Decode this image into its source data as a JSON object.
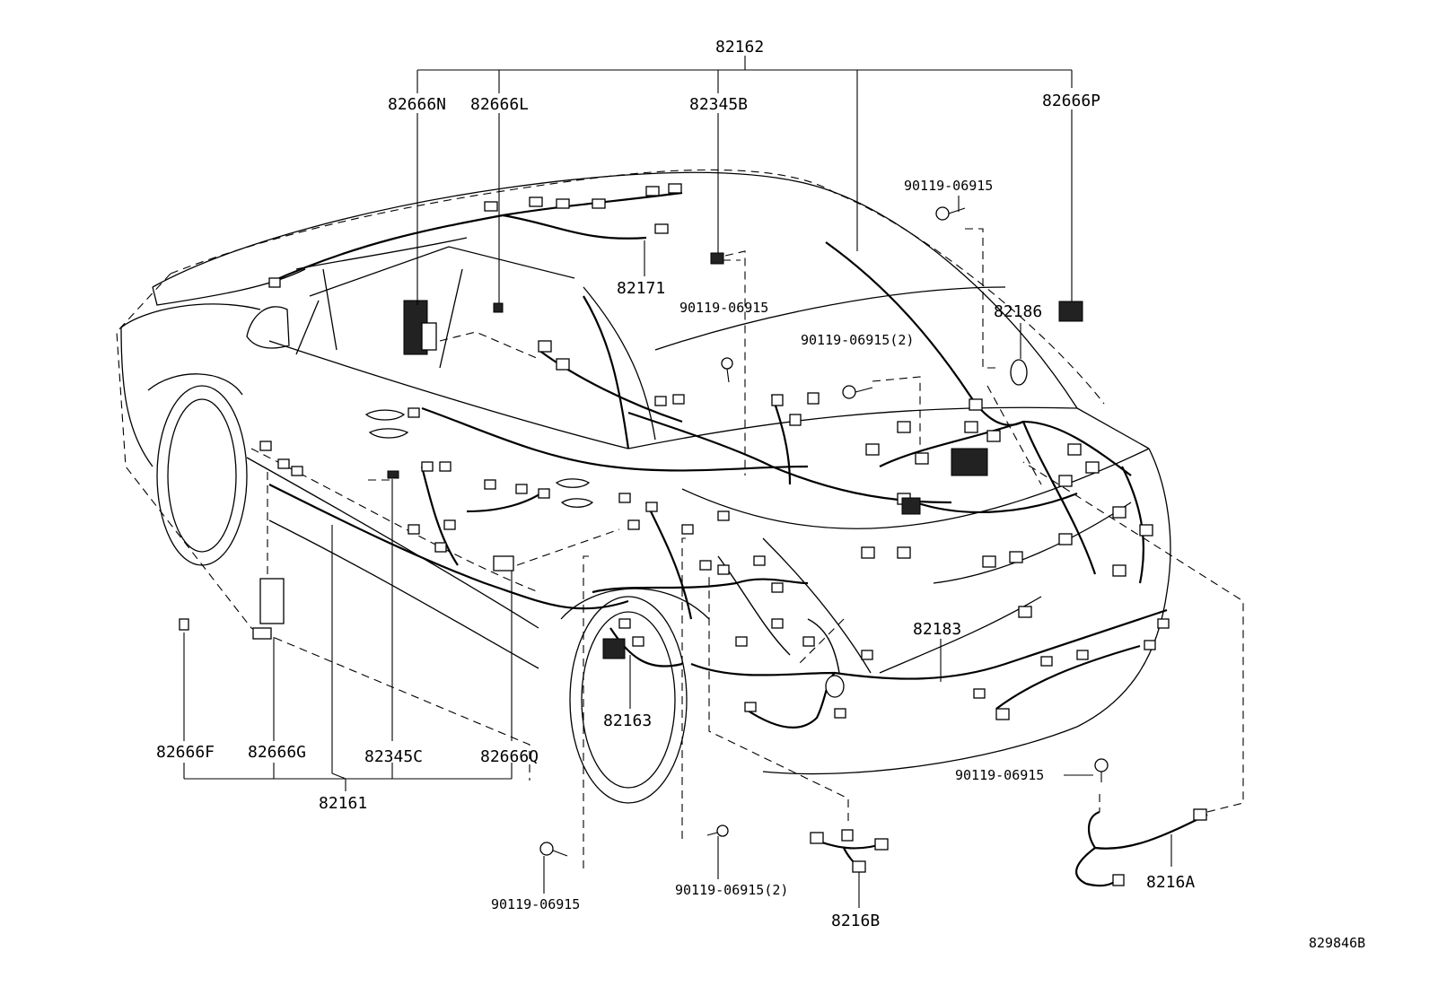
{
  "labels": {
    "p82162": "82162",
    "p82666N": "82666N",
    "p82666L": "82666L",
    "p82345B": "82345B",
    "p82666P": "82666P",
    "p82171": "82171",
    "p82186": "82186",
    "p82183": "82183",
    "p82163": "82163",
    "p82666F": "82666F",
    "p82666G": "82666G",
    "p82345C": "82345C",
    "p82666Q": "82666Q",
    "p82161": "82161",
    "p8216A": "8216A",
    "p8216B": "8216B",
    "bolt_top_right": "90119-06915",
    "bolt_mid": "90119-06915",
    "bolt_mid_x2": "90119-06915(2)",
    "bolt_right_lower": "90119-06915",
    "bolt_bottom_left": "90119-06915",
    "bolt_bottom_mid_x2": "90119-06915(2)",
    "diagram_id": "829846B"
  }
}
